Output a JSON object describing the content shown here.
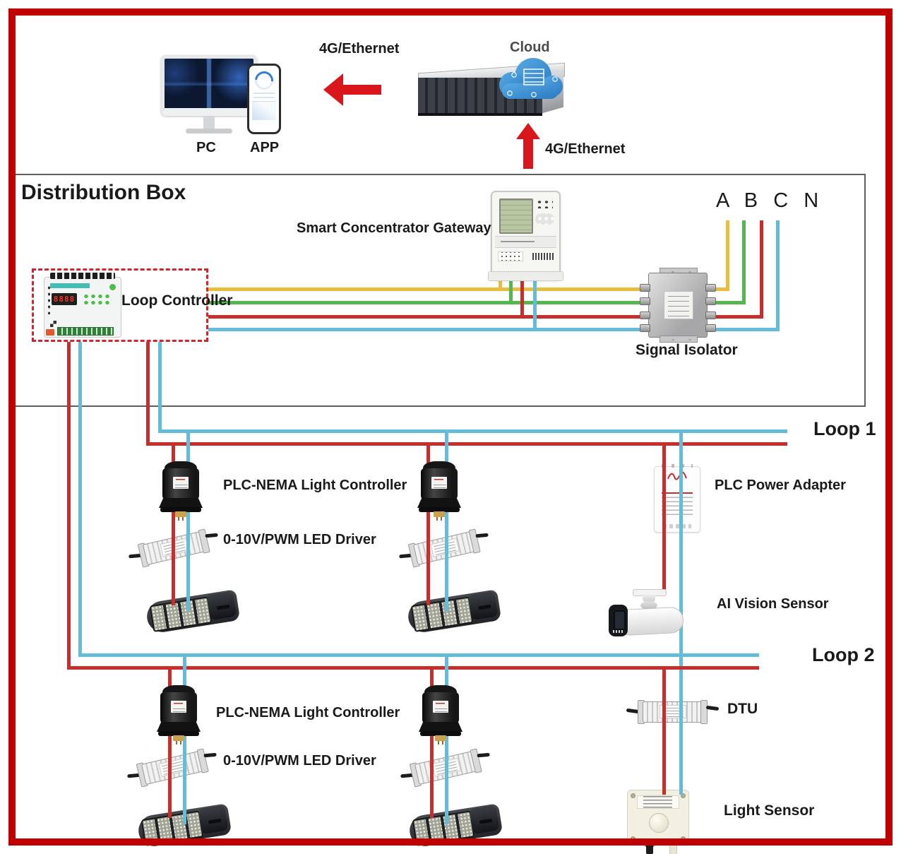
{
  "colors": {
    "frame": "#c00000",
    "ink": "#1a1a1a",
    "phase_a": "#e9bd3f",
    "phase_b": "#55b84e",
    "phase_c": "#c62f2c",
    "neutral": "#64bcd9",
    "loop_red": "#c62f2c",
    "loop_blue": "#64bcd9",
    "arrow_red": "#d8161c"
  },
  "top_section": {
    "pc_label": "PC",
    "app_label": "APP",
    "wan_label_left": "4G/Ethernet",
    "cloud_label": "Cloud",
    "wan_label_right": "4G/Ethernet"
  },
  "distribution_box": {
    "title": "Distribution Box",
    "gateway_label": "Smart Concentrator Gateway",
    "phases_label": "A B C N",
    "loop_controller_label": "Loop Controller",
    "loop_controller_display": "8888",
    "signal_isolator_label": "Signal Isolator"
  },
  "loop1": {
    "label": "Loop 1",
    "nema_label": "PLC-NEMA Light Controller",
    "driver_label": "0-10V/PWM LED Driver",
    "power_adapter_label": "PLC Power Adapter",
    "ai_vision_label": "AI Vision Sensor"
  },
  "loop2": {
    "label": "Loop 2",
    "nema_label": "PLC-NEMA Light Controller",
    "driver_label": "0-10V/PWM LED Driver",
    "dtu_label": "DTU",
    "light_sensor_label": "Light Sensor"
  }
}
